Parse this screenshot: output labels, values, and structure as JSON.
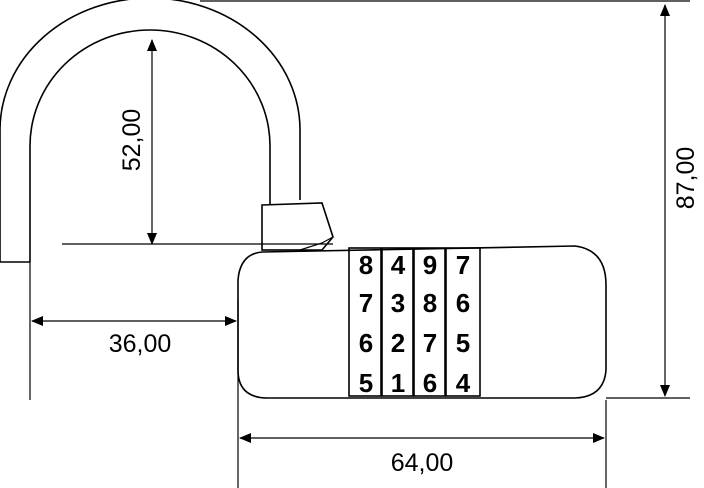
{
  "dimensions": {
    "shackle_height": "52,00",
    "total_height": "87,00",
    "shackle_offset": "36,00",
    "body_width": "64,00"
  },
  "dials": [
    [
      "8",
      "7",
      "6",
      "5"
    ],
    [
      "4",
      "3",
      "2",
      "1"
    ],
    [
      "9",
      "8",
      "7",
      "6"
    ],
    [
      "7",
      "6",
      "5",
      "4"
    ]
  ]
}
